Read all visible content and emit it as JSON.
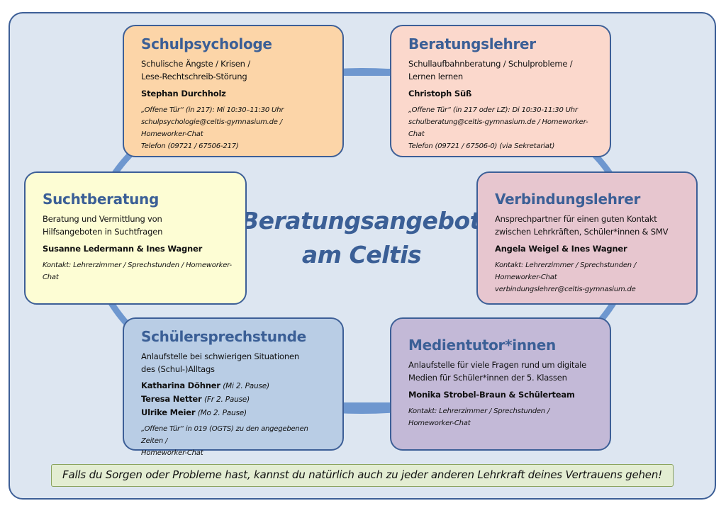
{
  "title": [
    "Beratungsangebote",
    "am Celtis"
  ],
  "boxes": {
    "schulpsychologe": {
      "heading": "Schulpsychologe",
      "desc": [
        "Schulische Ängste / Krisen /",
        "Lese-Rechtschreib-Störung"
      ],
      "name": "Stephan Durchholz",
      "contact": [
        "„Offene Tür“ (in 217): Mi 10:30–11:30 Uhr",
        "schulpsychologie@celtis-gymnasium.de / Homeworker-Chat",
        "Telefon (09721 / 67506-217)"
      ]
    },
    "beratungslehrer": {
      "heading": "Beratungslehrer",
      "desc": [
        "Schullaufbahnberatung / Schulprobleme /",
        "Lernen lernen"
      ],
      "name": "Christoph Süß",
      "contact": [
        "„Offene Tür“ (in 217 oder LZ): Di 10:30-11:30 Uhr",
        "schulberatung@celtis-gymnasium.de / Homeworker-Chat",
        "Telefon (09721 / 67506-0) (via Sekretariat)"
      ]
    },
    "suchtberatung": {
      "heading": "Suchtberatung",
      "desc": [
        "Beratung und Vermittlung von",
        "Hilfsangeboten in Suchtfragen"
      ],
      "name": "Susanne Ledermann & Ines Wagner",
      "contact": [
        "Kontakt: Lehrerzimmer / Sprechstunden / Homeworker-Chat"
      ]
    },
    "verbindungslehrer": {
      "heading": "Verbindungslehrer",
      "desc": [
        "Ansprechpartner für einen guten Kontakt",
        "zwischen Lehrkräften, Schüler*innen & SMV"
      ],
      "name": "Angela Weigel & Ines Wagner",
      "contact": [
        "Kontakt: Lehrerzimmer / Sprechstunden / Homeworker-Chat",
        "verbindungslehrer@celtis-gymnasium.de"
      ]
    },
    "schuelersprechstunde": {
      "heading": "Schülersprechstunde",
      "desc": [
        "Anlaufstelle bei schwierigen Situationen",
        "des (Schul-)Alltags"
      ],
      "people": [
        {
          "name": "Katharina Döhner",
          "time": "(Mi 2. Pause)"
        },
        {
          "name": "Teresa Netter",
          "time": "(Fr 2. Pause)"
        },
        {
          "name": "Ulrike Meier",
          "time": "(Mo 2. Pause)"
        }
      ],
      "contact": [
        "„Offene Tür“ in 019 (OGTS) zu den angegebenen Zeiten /",
        "Homeworker-Chat"
      ]
    },
    "medientutoren": {
      "heading": "Medientutor*innen",
      "desc": [
        "Anlaufstelle für viele Fragen rund um digitale",
        "Medien für Schüler*innen der 5. Klassen"
      ],
      "name": "Monika Strobel-Braun & Schülerteam",
      "contact": [
        "Kontakt: Lehrerzimmer / Sprechstunden / Homeworker-Chat"
      ]
    }
  },
  "banner": "Falls du Sorgen oder Probleme hast, kannst du natürlich auch zu jeder anderen Lehrkraft deines Vertrauens gehen!",
  "colors": {
    "frame": "#3d5f97",
    "background": "#dde6f1",
    "ring": "#6e97cf",
    "heading": "#3b5f96",
    "schulpsychologe": "#fcd5a8",
    "beratungslehrer": "#fbd8cc",
    "suchtberatung": "#fdfdd4",
    "verbindungslehrer": "#e7c6cf",
    "schuelersprechstunde": "#b9cde5",
    "medientutoren": "#c3b9d7",
    "banner": "#e3edd2"
  }
}
